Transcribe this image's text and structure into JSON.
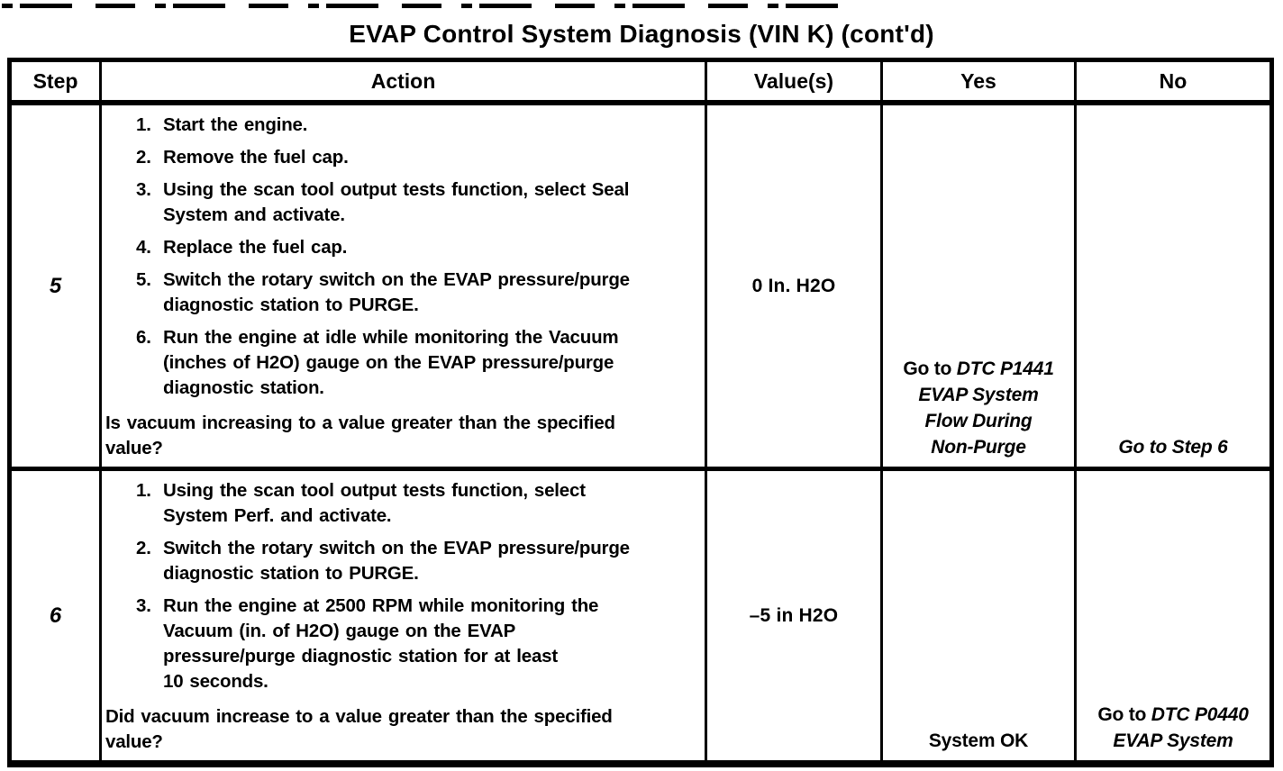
{
  "title": "EVAP Control System Diagnosis (VIN K) (cont'd)",
  "colors": {
    "ink": "#000000",
    "paper": "#ffffff"
  },
  "table": {
    "headers": [
      "Step",
      "Action",
      "Value(s)",
      "Yes",
      "No"
    ],
    "rows": [
      {
        "step": "5",
        "actions": [
          {
            "num": "1.",
            "text": "Start the engine."
          },
          {
            "num": "2.",
            "text": "Remove the fuel cap."
          },
          {
            "num": "3.",
            "text": "Using the scan tool output tests function, select Seal\nSystem and activate."
          },
          {
            "num": "4.",
            "text": "Replace the fuel cap."
          },
          {
            "num": "5.",
            "text": "Switch the rotary switch on the EVAP pressure/purge\ndiagnostic station to PURGE."
          },
          {
            "num": "6.",
            "text": "Run the engine at idle while monitoring the Vacuum\n(inches of H2O) gauge on the EVAP pressure/purge\ndiagnostic station."
          }
        ],
        "question": "Is vacuum increasing to a value greater than the specified\nvalue?",
        "value": "0 In. H2O",
        "yes": {
          "plain": "Go to ",
          "italic": "DTC P1441\nEVAP System\nFlow During\nNon-Purge"
        },
        "no": {
          "plain": "",
          "italic": "Go to Step 6"
        }
      },
      {
        "step": "6",
        "actions": [
          {
            "num": "1.",
            "text": "Using the scan tool output tests function, select\nSystem Perf. and activate."
          },
          {
            "num": "2.",
            "text": "Switch the rotary switch on the EVAP pressure/purge\ndiagnostic station to PURGE."
          },
          {
            "num": "3.",
            "text": "Run the engine at 2500 RPM while monitoring the\nVacuum (in. of H2O) gauge on the EVAP\npressure/purge diagnostic station for at least\n10 seconds."
          }
        ],
        "question": "Did vacuum increase to a value greater than the specified\nvalue?",
        "value": "–5 in H2O",
        "yes": {
          "plain": "System OK",
          "italic": ""
        },
        "no": {
          "plain": "Go to ",
          "italic": "DTC P0440\nEVAP System"
        }
      }
    ]
  }
}
